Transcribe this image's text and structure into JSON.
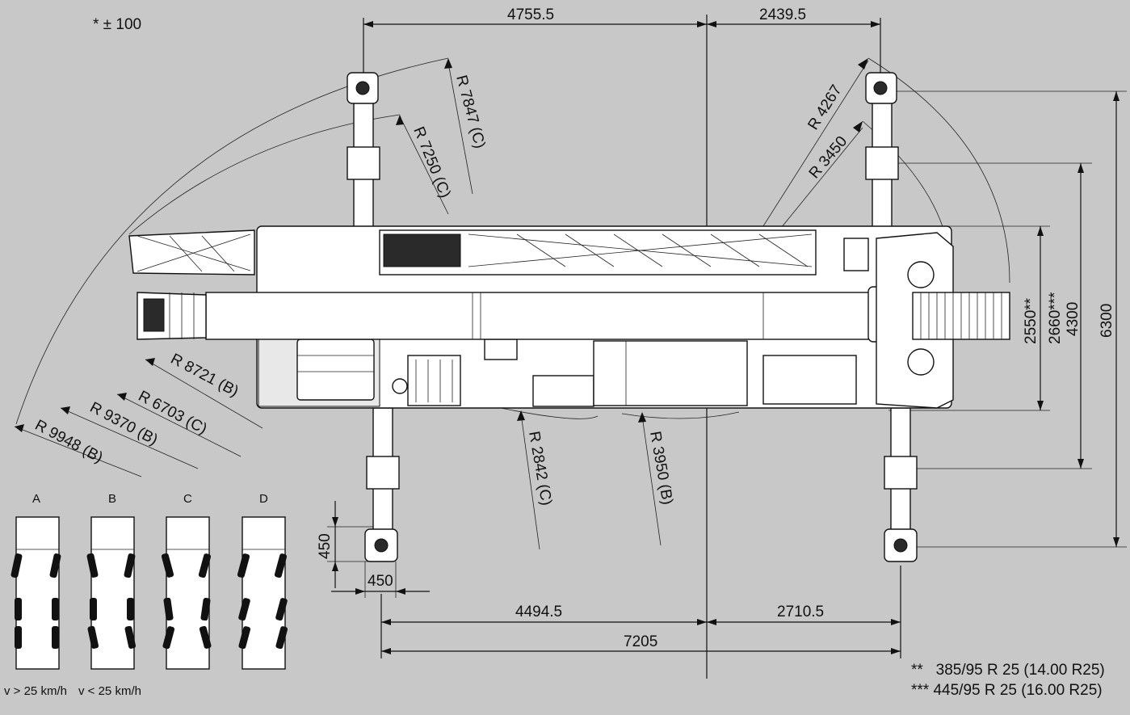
{
  "note": "* ± 100",
  "dimensions": {
    "top_left": "4755.5",
    "top_right": "2439.5",
    "bottom_left": "4494.5",
    "bottom_right": "2710.5",
    "total_length": "7205",
    "outrigger_pad_h": "450",
    "outrigger_pad_w": "450",
    "track_a": "2550**",
    "track_b": "2660***",
    "width_body": "4300",
    "outrigger_span": "6300"
  },
  "radii": {
    "r_7847": "R 7847 (C)",
    "r_7250": "R 7250 (C)",
    "r_4267": "R 4267",
    "r_3450": "R 3450",
    "r_8721": "R 8721 (B)",
    "r_6703": "R 6703 (C)",
    "r_9370": "R 9370 (B)",
    "r_9948": "R 9948 (B)",
    "r_2842": "R 2842 (C)",
    "r_3950": "R 3950 (B)"
  },
  "steering": {
    "modes": [
      "A",
      "B",
      "C",
      "D"
    ],
    "speed_fast": "v > 25 km/h",
    "speed_slow": "v < 25 km/h"
  },
  "tyres": {
    "option_1": "**   385/95 R 25 (14.00 R25)",
    "option_2": "*** 445/95 R 25 (16.00 R25)"
  }
}
